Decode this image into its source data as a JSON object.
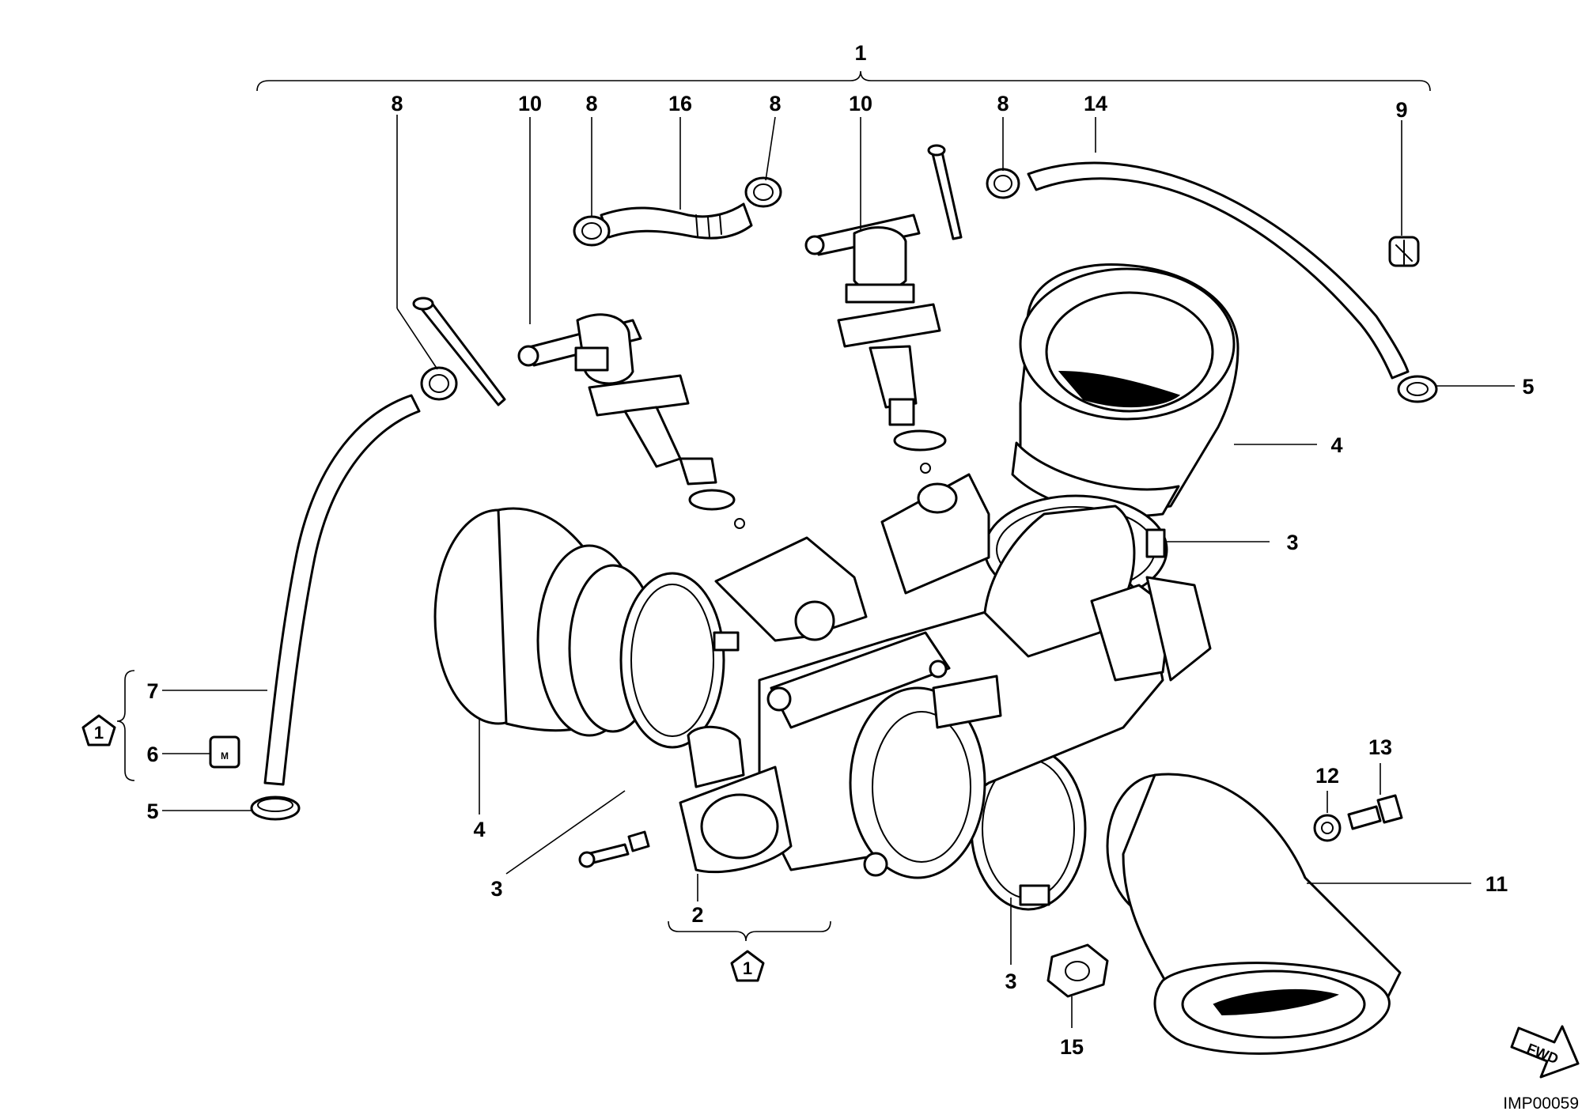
{
  "callouts": {
    "c1": "1",
    "c8a": "8",
    "c10a": "10",
    "c8b": "8",
    "c16": "16",
    "c8c": "8",
    "c10b": "10",
    "c8d": "8",
    "c14": "14",
    "c9": "9",
    "c5a": "5",
    "c4a": "4",
    "c3a": "3",
    "c7": "7",
    "c6": "6",
    "c5b": "5",
    "c4b": "4",
    "c3b": "3",
    "c2": "2",
    "c3c": "3",
    "c15": "15",
    "c12": "12",
    "c13": "13",
    "c11": "11"
  },
  "notes": {
    "pentagon_left": "1",
    "pentagon_bottom": "1",
    "clip_letter": "M"
  },
  "fwd_label": "FWD",
  "image_code": "IMP00059"
}
